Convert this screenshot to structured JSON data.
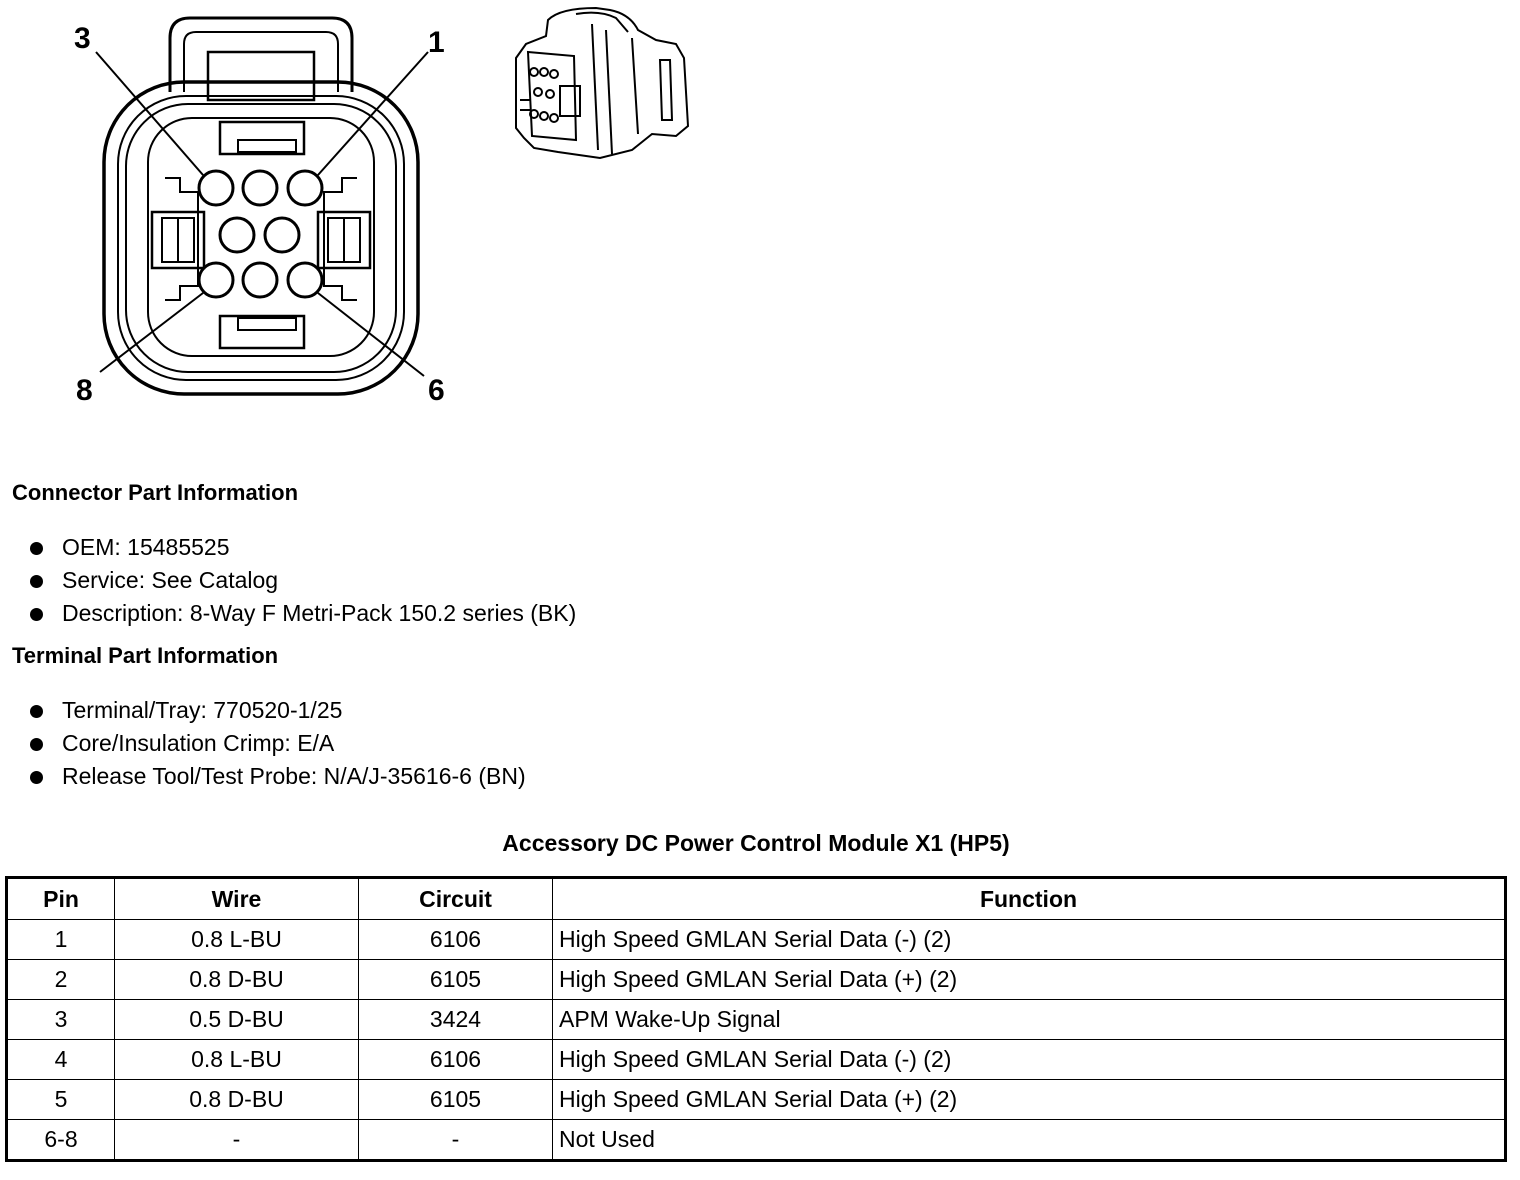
{
  "diagram": {
    "pin_callouts": [
      "3",
      "1",
      "8",
      "6"
    ]
  },
  "connector_info": {
    "heading": "Connector Part Information",
    "items": [
      "OEM: 15485525",
      "Service: See Catalog",
      "Description: 8-Way F Metri-Pack 150.2 series (BK)"
    ]
  },
  "terminal_info": {
    "heading": "Terminal Part Information",
    "items": [
      "Terminal/Tray: 770520-1/25",
      "Core/Insulation Crimp: E/A",
      "Release Tool/Test Probe: N/A/J-35616-6 (BN)"
    ]
  },
  "table": {
    "title": "Accessory DC Power Control Module X1 (HP5)",
    "headers": [
      "Pin",
      "Wire",
      "Circuit",
      "Function"
    ],
    "rows": [
      [
        "1",
        "0.8 L-BU",
        "6106",
        "High Speed GMLAN Serial Data (-) (2)"
      ],
      [
        "2",
        "0.8 D-BU",
        "6105",
        "High Speed GMLAN Serial Data (+) (2)"
      ],
      [
        "3",
        "0.5 D-BU",
        "3424",
        "APM Wake-Up Signal"
      ],
      [
        "4",
        "0.8 L-BU",
        "6106",
        "High Speed GMLAN Serial Data (-) (2)"
      ],
      [
        "5",
        "0.8 D-BU",
        "6105",
        "High Speed GMLAN Serial Data (+) (2)"
      ],
      [
        "6-8",
        "-",
        "-",
        "Not Used"
      ]
    ]
  }
}
